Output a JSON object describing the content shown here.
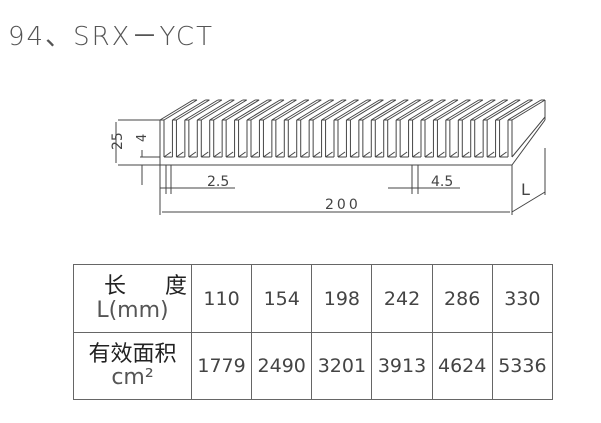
{
  "title": "94、SRX－YCT",
  "drawing": {
    "dim_height": "25",
    "dim_base": "4",
    "dim_fin": "2.5",
    "dim_gap": "4.5",
    "dim_width": "200",
    "dim_length": "L"
  },
  "table": {
    "row1_label_cn_a": "长",
    "row1_label_cn_b": "度",
    "row1_label_unit": "L(mm)",
    "row2_label_cn": "有效面积",
    "row2_label_unit": "cm²",
    "lengths": [
      "110",
      "154",
      "198",
      "242",
      "286",
      "330"
    ],
    "areas": [
      "1779",
      "2490",
      "3201",
      "3913",
      "4624",
      "5336"
    ]
  }
}
